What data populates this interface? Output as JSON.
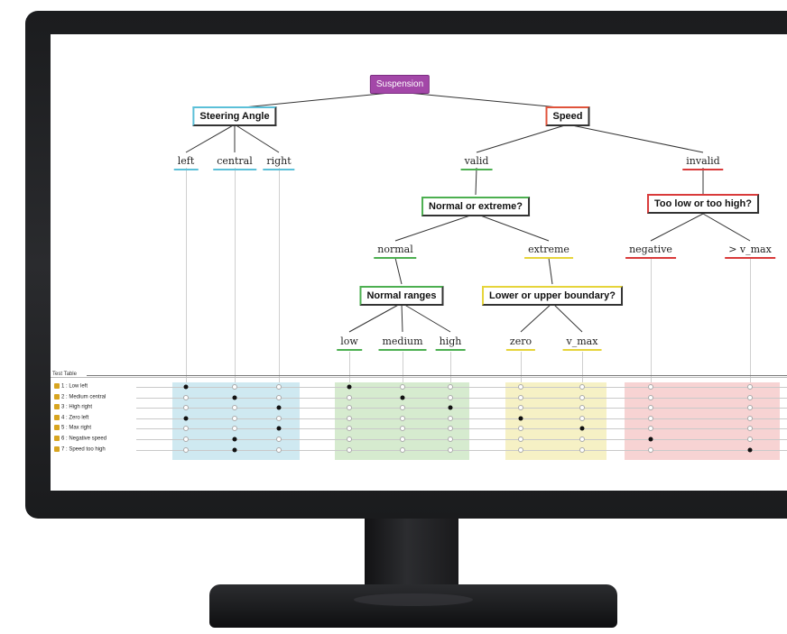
{
  "tree": {
    "root": "Suspension",
    "steering_angle": "Steering Angle",
    "speed": "Speed",
    "classes_steering": [
      "left",
      "central",
      "right"
    ],
    "valid": "valid",
    "invalid": "invalid",
    "normal_or_extreme": "Normal or extreme?",
    "too_low_or_high": "Too low or too high?",
    "normal": "normal",
    "extreme": "extreme",
    "negative": "negative",
    "v_max_gt": "> v_max",
    "normal_ranges": "Normal ranges",
    "lower_or_upper": "Lower or upper boundary?",
    "classes_normal": [
      "low",
      "medium",
      "high"
    ],
    "classes_extreme": [
      "zero",
      "v_max"
    ]
  },
  "test_table": {
    "title": "Test Table",
    "rows": [
      {
        "label": "1 : Low left",
        "marks": [
          0,
          3
        ]
      },
      {
        "label": "2 : Medium central",
        "marks": [
          1,
          4
        ]
      },
      {
        "label": "3 : High right",
        "marks": [
          2,
          5
        ]
      },
      {
        "label": "4 : Zero left",
        "marks": [
          0,
          6
        ]
      },
      {
        "label": "5 : Max right",
        "marks": [
          2,
          7
        ]
      },
      {
        "label": "6 : Negative speed",
        "marks": [
          1,
          8
        ]
      },
      {
        "label": "7 : Speed too high",
        "marks": [
          1,
          9
        ]
      }
    ]
  },
  "colors": {
    "root": "#a347a8",
    "steering": "#5bc0d8",
    "speed": "#e0533b",
    "valid": "#4caf50",
    "invalid": "#d93a3a",
    "extreme": "#e6d43a",
    "band_blue": "#cfe9f1",
    "band_green": "#d6ebcf",
    "band_yellow": "#f6f1c5",
    "band_red": "#f7d3d3"
  }
}
